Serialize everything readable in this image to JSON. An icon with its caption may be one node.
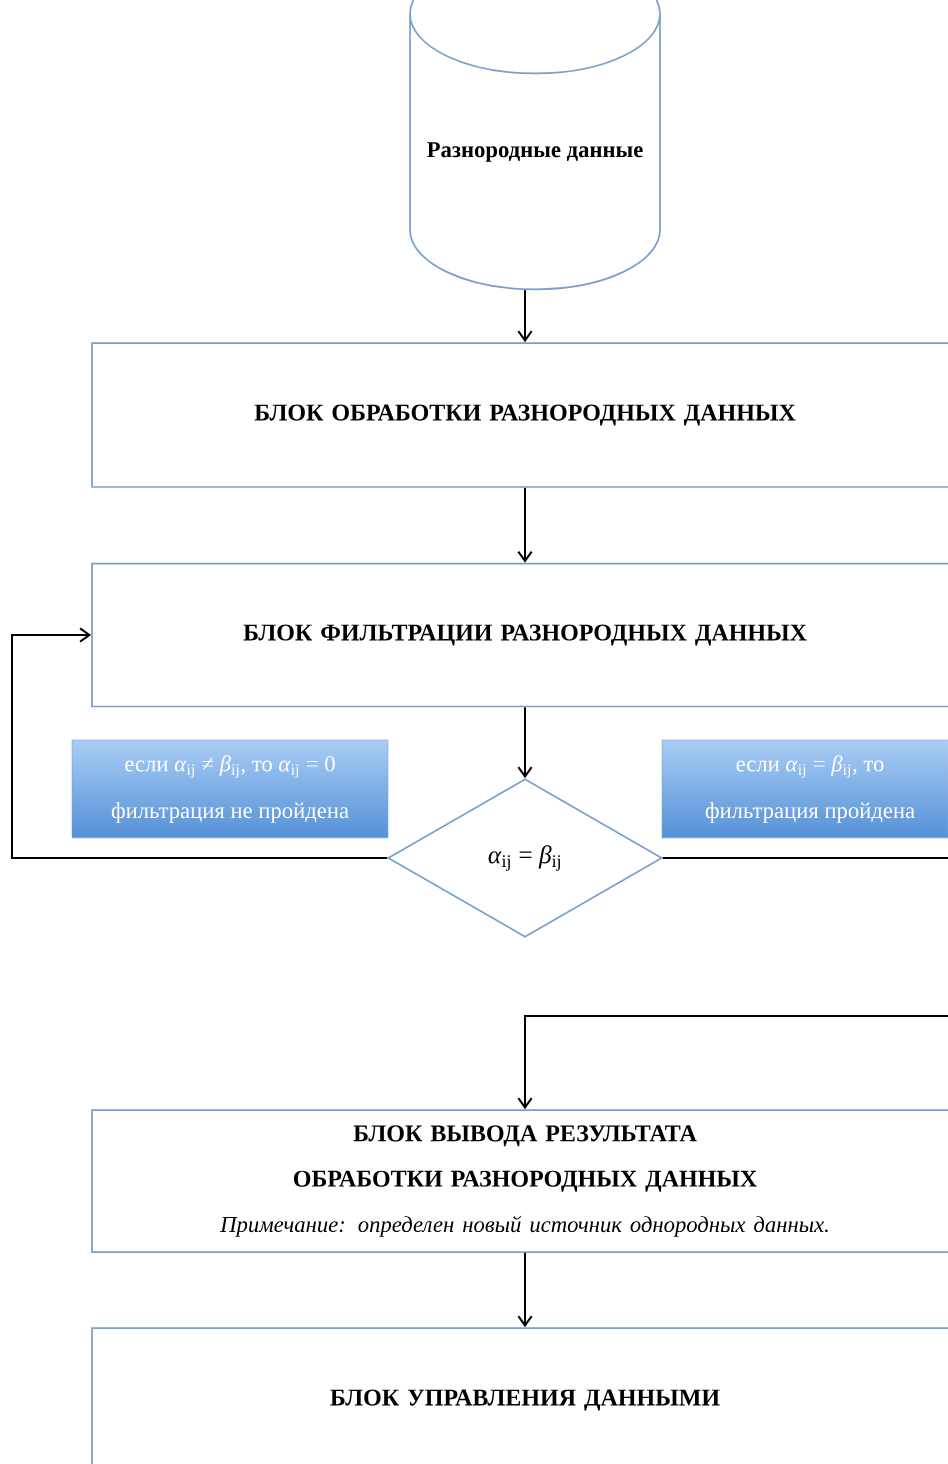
{
  "diagram": {
    "nodes": [
      {
        "text": [
          "Разнородные данные"
        ]
      },
      {
        "text": [
          "БЛОК ОБРАБОТКИ РАЗНОРОДНЫХ ДАННЫХ"
        ]
      },
      {
        "text": [
          "БЛОК ФИЛЬТРАЦИИ РАЗНОРОДНЫХ ДАННЫХ"
        ]
      },
      {
        "text": [
          "если *α*$_{ij}$ ≠ *β*$_{ij}$, то *α*$_{ij}$ = 0",
          "фильтрация не пройдена"
        ]
      },
      {
        "text": [
          "если *α*$_{ij}$ = *β*$_{ij}$, то",
          "фильтрация пройдена"
        ]
      },
      {
        "text": [
          "*α*$_{ij}$ = *β*$_{ij}$"
        ]
      },
      {
        "text": [
          "БЛОК ВЫВОДА РЕЗУЛЬТАТА ОБРАБОТКИ РАЗНОРОДНЫХ ДАННЫХ",
          "Примечание: определен новый источник однородных данных."
        ]
      },
      {
        "text": [
          "БЛОК УПРАВЛЕНИЯ ДАННЫМИ"
        ]
      }
    ],
    "edges": [
      {
        "from": 0,
        "to": 1,
        "arrow": "to"
      },
      {
        "from": 1,
        "to": 2,
        "arrow": "to"
      },
      {
        "from": 2,
        "to": 5,
        "arrow": "to"
      },
      {
        "from": 5,
        "to": 2,
        "arrow": "to"
      },
      {
        "from": 5,
        "to": null,
        "arrow": "none"
      },
      {
        "from": null,
        "to": 6,
        "arrow": "to"
      },
      {
        "from": 6,
        "to": 7,
        "arrow": "to"
      }
    ]
  }
}
